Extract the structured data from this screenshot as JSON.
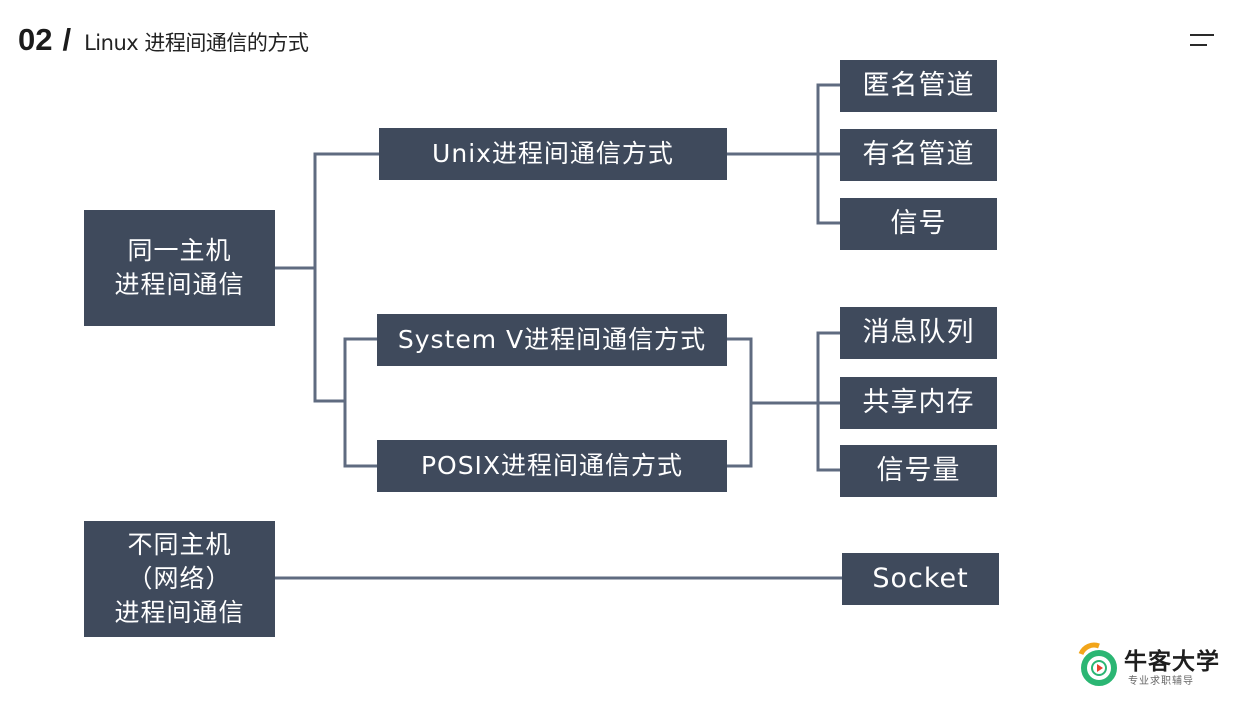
{
  "header": {
    "number": "02",
    "slash": "/",
    "title": "Linux 进程间通信的方式"
  },
  "nodes": {
    "same_host": {
      "line1": "同一主机",
      "line2": "进程间通信"
    },
    "diff_host": {
      "line1": "不同主机",
      "line2": "（网络）",
      "line3": "进程间通信"
    },
    "unix_ipc": "Unix进程间通信方式",
    "systemv_ipc": "System V进程间通信方式",
    "posix_ipc": "POSIX进程间通信方式",
    "anon_pipe": "匿名管道",
    "named_pipe": "有名管道",
    "signal": "信号",
    "msg_queue": "消息队列",
    "shared_mem": "共享内存",
    "semaphore": "信号量",
    "socket": "Socket"
  },
  "logo": {
    "name": "牛客大学",
    "tagline": "专业求职辅导",
    "colors": [
      "#f2a51a",
      "#2bb673",
      "#e8412c"
    ]
  },
  "colors": {
    "box": "#3f4a5c",
    "line": "#5f6b80"
  }
}
